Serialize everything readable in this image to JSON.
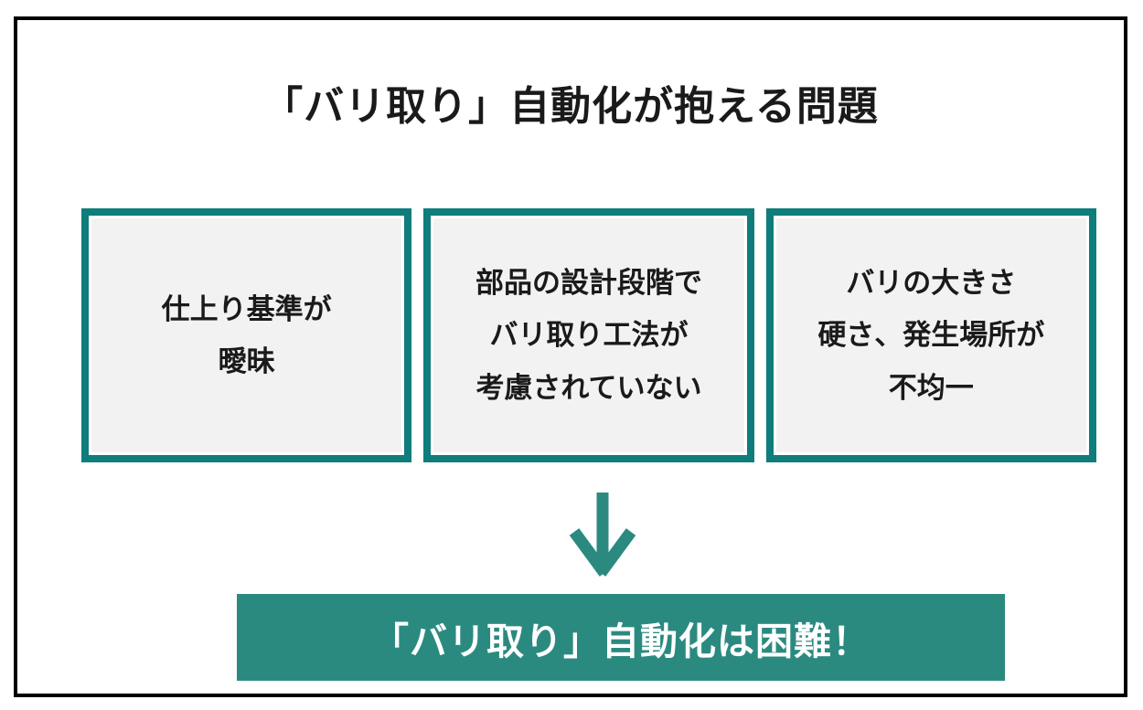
{
  "slide": {
    "title": "「バリ取り」自動化が抱える問題",
    "problem_boxes": [
      {
        "text": "仕上り基準が\n曖昧"
      },
      {
        "text": "部品の設計段階で\nバリ取り工法が\n考慮されていない"
      },
      {
        "text": "バリの大きさ\n硬さ、発生場所が\n不均一"
      }
    ],
    "conclusion": {
      "label": "「バリ取り」自動化は困難！"
    }
  },
  "colors": {
    "frame_border": "#000000",
    "box_border_teal": "#0e7d7b",
    "box_fill": "#f2f2f2",
    "accent_teal": "#2b8a80",
    "text_dark": "#1a1a1a",
    "banner_text": "#ffffff"
  },
  "icons": {
    "down_arrow": "down-arrow-icon"
  }
}
